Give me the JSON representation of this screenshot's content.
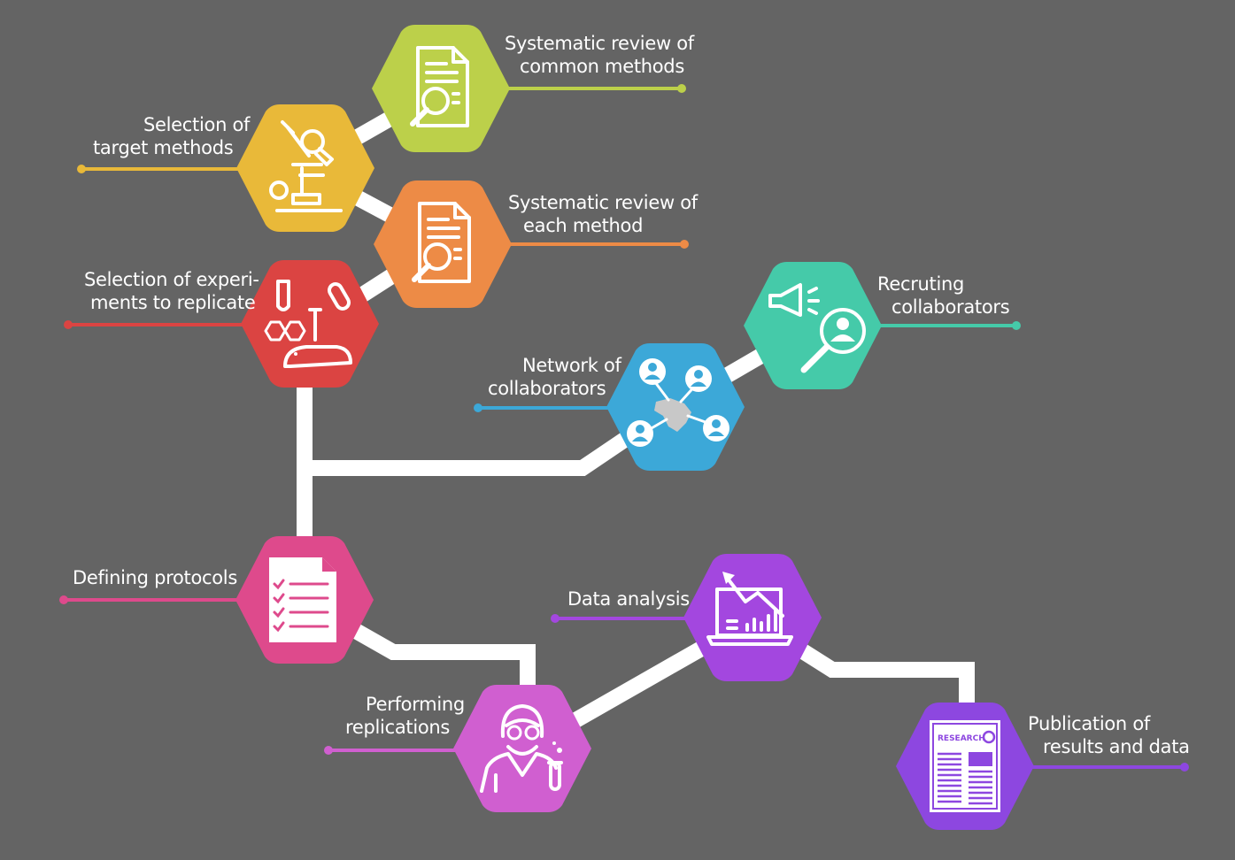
{
  "colors": {
    "background": "#646464",
    "systematic_review_common": "#bcd04a",
    "selection_target": "#e9b939",
    "systematic_review_each": "#ed8b46",
    "selection_experiments": "#db4442",
    "network": "#3ca8d8",
    "recruiting": "#45caa9",
    "defining_protocols": "#de4a8c",
    "data_analysis": "#a347df",
    "performing_replications": "#d05fd0",
    "publication": "#8d47e0"
  },
  "nodes": {
    "systematic_review_common": {
      "line1": "Systematic review of",
      "line2": "common methods",
      "icon": "document-search-icon"
    },
    "selection_target": {
      "line1": "Selection of",
      "line2": "target methods",
      "icon": "microscope-icon"
    },
    "systematic_review_each": {
      "line1": "Systematic review of",
      "line2": "each method",
      "icon": "document-search-icon"
    },
    "selection_experiments": {
      "line1": "Selection of experi-",
      "line2": "ments to replicate",
      "icon": "lab-experiment-icon"
    },
    "recruiting": {
      "line1": "Recruting",
      "line2": "collaborators",
      "icon": "megaphone-search-icon"
    },
    "network": {
      "line1": "Network of",
      "line2": "collaborators",
      "icon": "network-icon"
    },
    "defining_protocols": {
      "line1": "Defining protocols",
      "icon": "checklist-icon"
    },
    "data_analysis": {
      "line1": "Data analysis",
      "icon": "laptop-chart-icon"
    },
    "performing_replications": {
      "line1": "Performing",
      "line2": "replications",
      "icon": "scientist-icon"
    },
    "publication": {
      "line1": "Publication of",
      "line2": "results and data",
      "icon": "research-paper-icon",
      "paper_heading": "RESEARCH"
    }
  }
}
